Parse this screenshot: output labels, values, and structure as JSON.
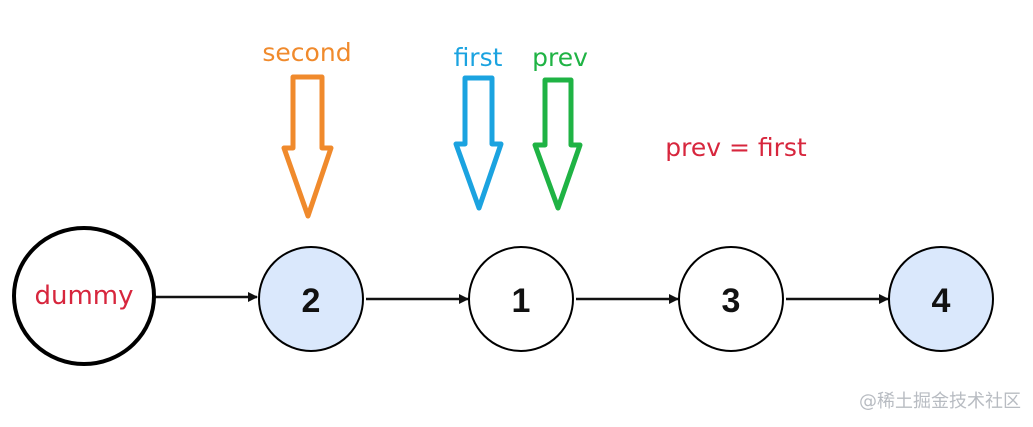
{
  "nodes": [
    {
      "label": "dummy",
      "text_color": "#d7263d",
      "fill": "#ffffff"
    },
    {
      "label": "2",
      "text_color": "#111111",
      "fill": "#dae8fc"
    },
    {
      "label": "1",
      "text_color": "#111111",
      "fill": "#ffffff"
    },
    {
      "label": "3",
      "text_color": "#111111",
      "fill": "#ffffff"
    },
    {
      "label": "4",
      "text_color": "#111111",
      "fill": "#dae8fc"
    }
  ],
  "pointers": [
    {
      "label": "second",
      "color": "#f08a2c"
    },
    {
      "label": "first",
      "color": "#1ba3e0"
    },
    {
      "label": "prev",
      "color": "#1fb344"
    }
  ],
  "annotation": {
    "text": "prev = first",
    "color": "#d7263d"
  },
  "watermark": "@稀土掘金技术社区"
}
